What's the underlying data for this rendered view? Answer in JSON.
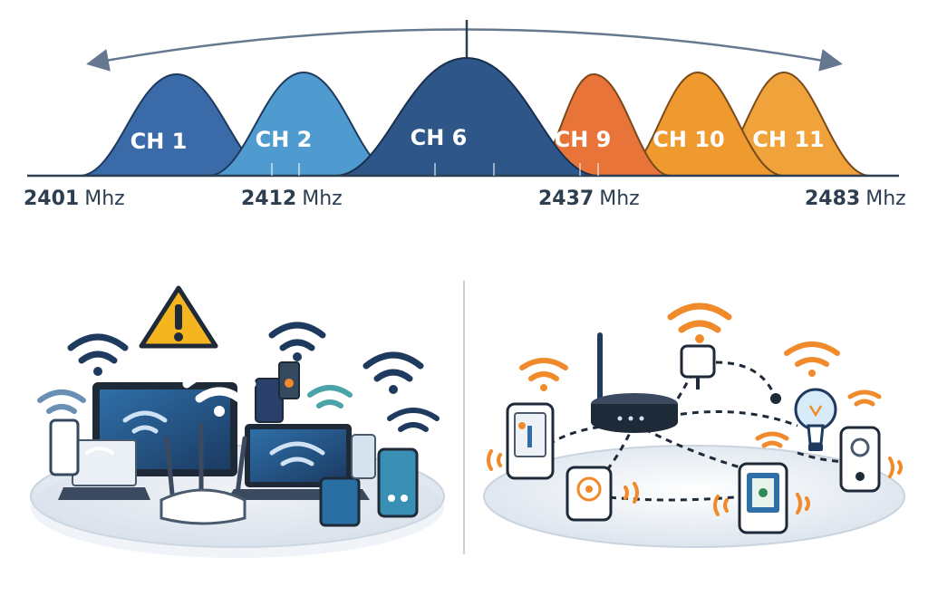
{
  "spectrum": {
    "channels": [
      {
        "label": "CH 1",
        "color": "#3a6aa8"
      },
      {
        "label": "CH 2",
        "color": "#4f9bd0"
      },
      {
        "label": "CH 6",
        "color": "#2f5688"
      },
      {
        "label": "CH 9",
        "color": "#e8743a"
      },
      {
        "label": "CH 10",
        "color": "#ef9a2f"
      },
      {
        "label": "CH 11",
        "color": "#f0a33a"
      }
    ],
    "frequencies": [
      {
        "value": "2401",
        "unit": "Mhz"
      },
      {
        "value": "2412",
        "unit": "Mhz"
      },
      {
        "value": "2437",
        "unit": "Mhz"
      },
      {
        "value": "2483",
        "unit": "Mhz"
      }
    ]
  },
  "panels": {
    "left_icons": [
      "warning-icon",
      "router-icon",
      "laptop-icon",
      "tablet-icon",
      "smartphone-icon",
      "wifi-signal-icon"
    ],
    "right_icons": [
      "router-icon",
      "smart-plug-icon",
      "light-bulb-icon",
      "smart-switch-icon",
      "camera-icon",
      "wifi-signal-icon"
    ],
    "colors": {
      "navy": "#1f3a5f",
      "blue": "#2f6fa8",
      "teal": "#4aa3a8",
      "orange": "#f08a2a",
      "platform": "#e7edf4"
    }
  }
}
